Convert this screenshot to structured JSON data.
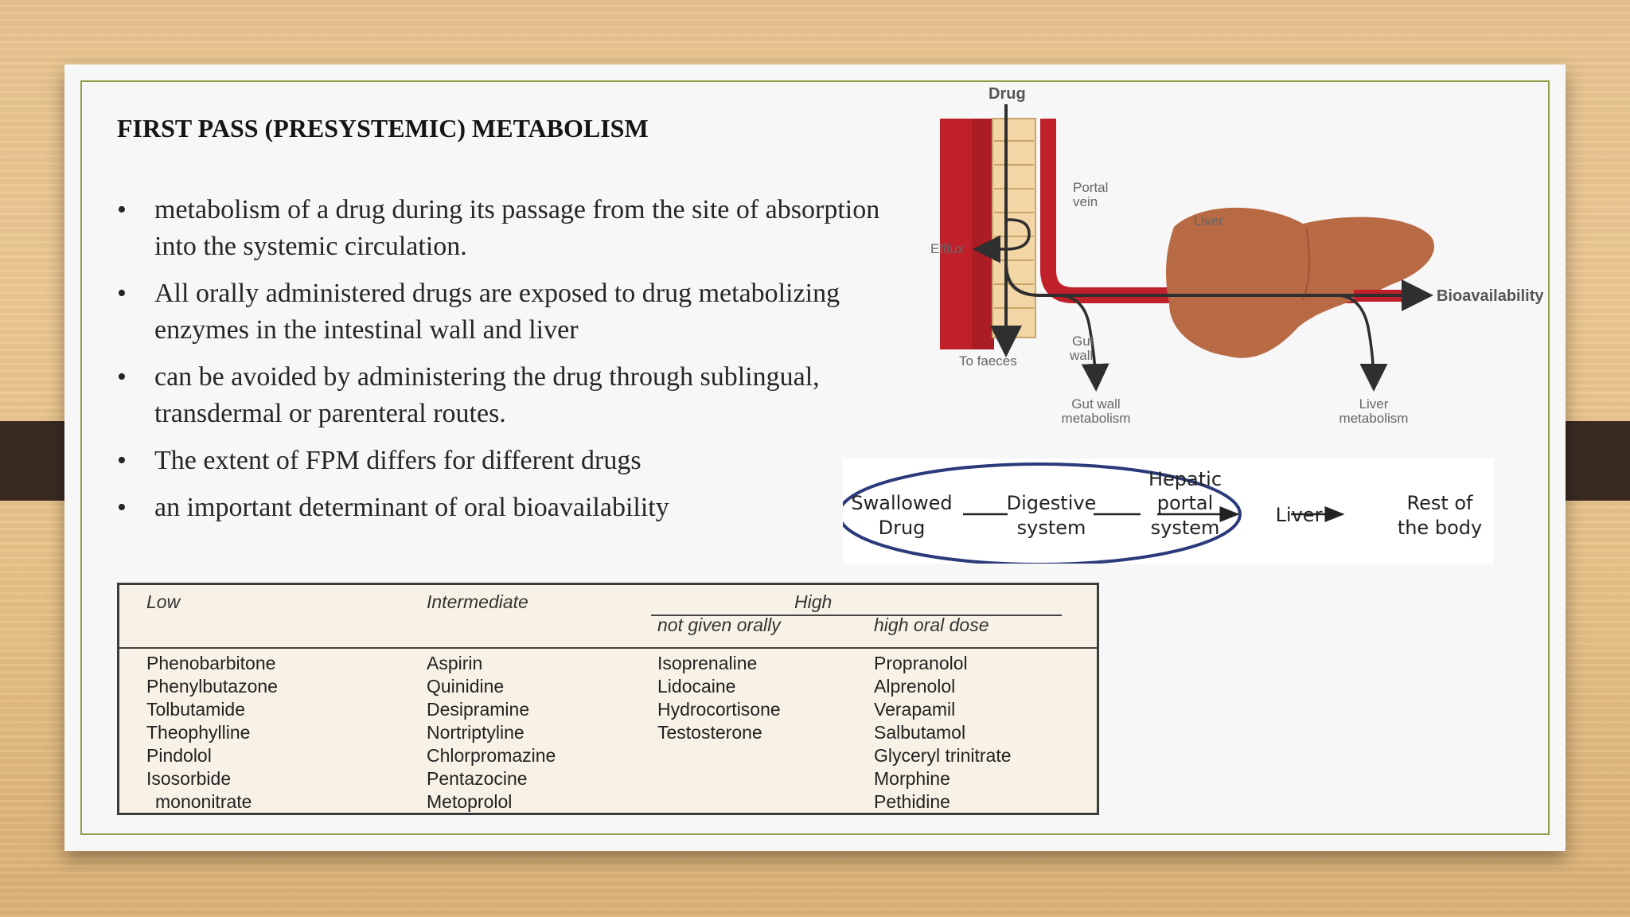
{
  "slide": {
    "title": "FIRST PASS (PRESYSTEMIC) METABOLISM",
    "bullets": [
      "metabolism of a drug during its passage from the site of absorption into the systemic circulation.",
      "All orally administered drugs are exposed to drug metabolizing enzymes in the intestinal wall and liver",
      "can be avoided by administering the drug through sublingual, transdermal or parenteral routes.",
      "The extent of FPM differs for different drugs",
      "an important determinant of oral bioavailability"
    ]
  },
  "diagram": {
    "drug": "Drug",
    "portal_vein": [
      "Portal",
      "vein"
    ],
    "liver": "Liver",
    "efflux": "Efflux",
    "bioavailability": "Bioavailability",
    "to_faeces": "To faeces",
    "gut_wall": [
      "Gut",
      "wall"
    ],
    "gut_wall_metabolism": [
      "Gut wall",
      "metabolism"
    ],
    "liver_metabolism": [
      "Liver",
      "metabolism"
    ],
    "colors": {
      "vessel": "#c0202a",
      "liver": "#b86a44",
      "gut": "#f2d6a6",
      "arrow": "#2f2f2f"
    }
  },
  "flow": {
    "swallowed": [
      "Swallowed",
      "Drug"
    ],
    "digestive": [
      "Digestive",
      "system"
    ],
    "hepatic": [
      "Hepatic",
      "portal",
      "system"
    ],
    "liver": "Liver",
    "rest": [
      "Rest of",
      "the body"
    ],
    "colors": {
      "ellipse": "#2b3a7a"
    }
  },
  "table": {
    "headers": {
      "low": "Low",
      "intermediate": "Intermediate",
      "high": "High",
      "not_given_orally": "not given orally",
      "high_oral_dose": "high oral dose"
    },
    "low": [
      "Phenobarbitone",
      "Phenylbutazone",
      "Tolbutamide",
      "Theophylline",
      "Pindolol",
      "Isosorbide",
      " mononitrate"
    ],
    "intermediate": [
      "Aspirin",
      "Quinidine",
      "Desipramine",
      "Nortriptyline",
      "Chlorpromazine",
      "Pentazocine",
      "Metoprolol"
    ],
    "not_given_orally": [
      "Isoprenaline",
      "Lidocaine",
      "Hydrocortisone",
      "Testosterone"
    ],
    "high_oral_dose": [
      "Propranolol",
      "Alprenolol",
      "Verapamil",
      "Salbutamol",
      "Glyceryl trinitrate",
      "Morphine",
      "Pethidine"
    ]
  }
}
